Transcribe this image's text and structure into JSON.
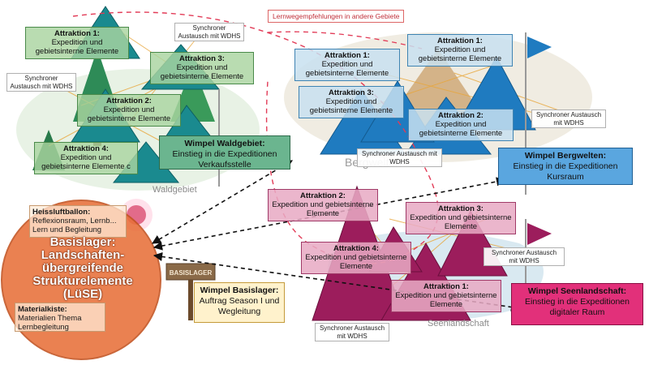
{
  "top_note": "Lernwegempfehlungen in andere Gebiete",
  "regions": {
    "wald": "Waldgebiet",
    "berg": "Bergwelten",
    "see": "Seenlandschaft"
  },
  "attraction_title_1": "Attraktion 1:",
  "attraction_title_2": "Attraktion 2:",
  "attraction_title_3": "Attraktion 3:",
  "attraction_title_4": "Attraktion 4:",
  "attraction_body": "Expedition und gebietsinterne Elemente",
  "attraction_body_wald4": "Expedition und gebietsinterne Elemente c",
  "sync_label": "Synchroner Austausch mit WDHS",
  "wimpel": {
    "wald": {
      "title": "Wimpel Waldgebiet:",
      "body": "Einstieg in die Expeditionen Verkaufsstelle"
    },
    "berg": {
      "title": "Wimpel Bergwelten:",
      "body": "Einstieg in die Expeditionen Kursraum"
    },
    "see": {
      "title": "Wimpel Seenlandschaft:",
      "body": "Einstieg in die Expeditionen digitaler Raum"
    },
    "basis": {
      "title": "Wimpel Basislager:",
      "body": "Auftrag Season I und Wegleitung"
    }
  },
  "basislager": {
    "title": "Basislager:",
    "line1": "Landschaften-",
    "line2": "übergreifende",
    "line3": "Strukturelemente",
    "line4": "(LüSE)",
    "sign": "BASISLAGER"
  },
  "heissluft": {
    "title": "Heissluftballon:",
    "body": "Reflexionsraum, Lernb... Lern und Begleitung"
  },
  "material": {
    "title": "Materialkiste:",
    "body": "Materialien Thema Lernbegleitung"
  },
  "colors": {
    "wald_tri": "#1a8a8f",
    "berg_tri": "#1f7bc0",
    "see_tri": "#9c1d5c",
    "basis_circle": "#e8703a",
    "dash": "#e23b57"
  }
}
